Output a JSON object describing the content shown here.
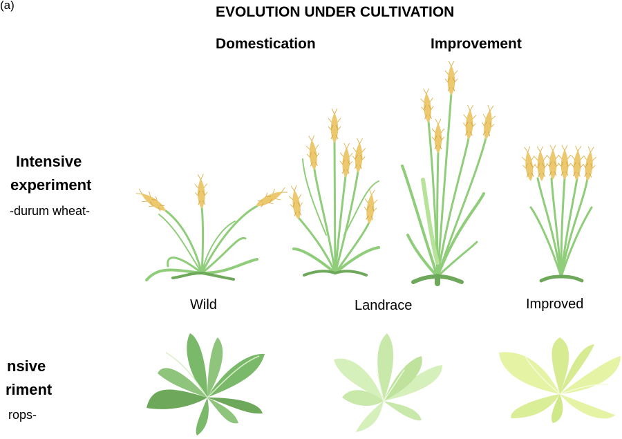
{
  "panel_label": "(a)",
  "title": "EVOLUTION UNDER CULTIVATION",
  "phases": {
    "domestication": "Domestication",
    "improvement": "Improvement"
  },
  "experiments": [
    {
      "title_line1": "Intensive",
      "title_line2": "experiment",
      "subtitle": "-durum wheat-"
    },
    {
      "title_line1": "nsive",
      "title_line2": "riment",
      "subtitle": "rops-"
    }
  ],
  "stages": {
    "wild": "Wild",
    "landrace": "Landrace",
    "improved": "Improved"
  },
  "colors": {
    "leaf_green": "#8fcd7a",
    "leaf_dark": "#6ea85a",
    "spike_gold": "#ecc86e",
    "lettuce_wild": "#7ab86a",
    "lettuce_landrace": "#d6f0bc",
    "lettuce_improved": "#e4f3a4"
  }
}
